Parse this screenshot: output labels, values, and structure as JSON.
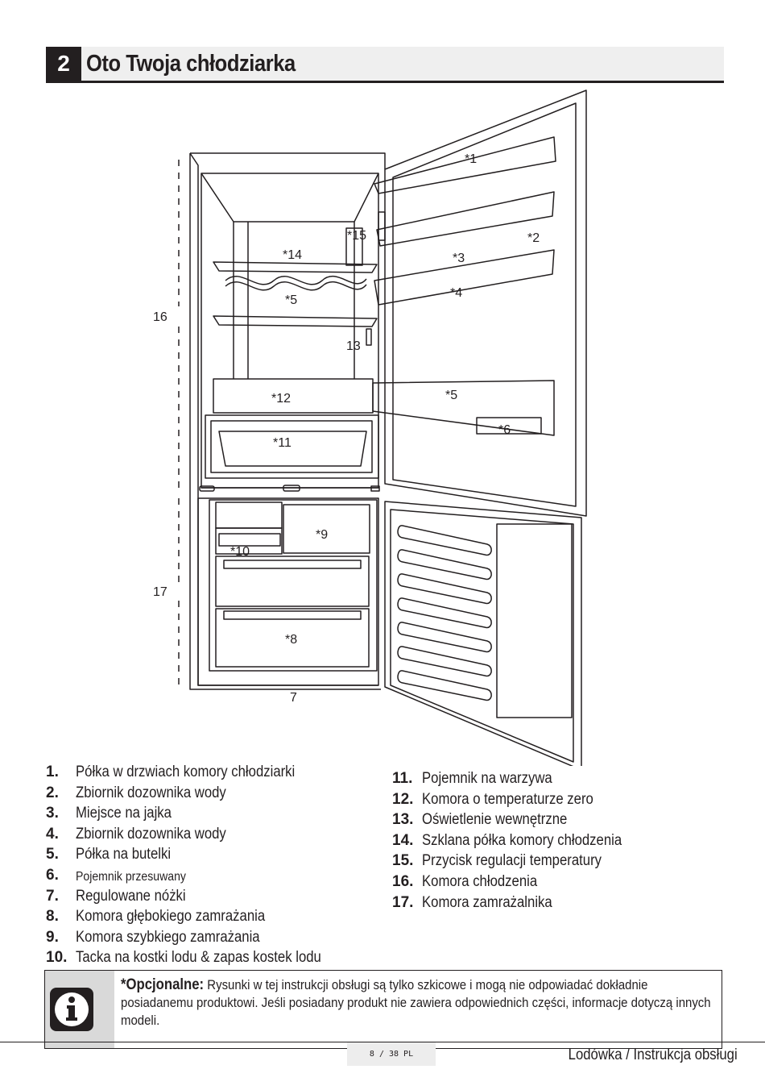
{
  "header": {
    "number": "2",
    "title": "Oto Twoja chłodziarka"
  },
  "diagram_labels": {
    "l1": "*1",
    "l2": "*2",
    "l3": "*3",
    "l4": "*4",
    "l5a": "*5",
    "l5b": "*5",
    "l6": "*6",
    "l7": "7",
    "l8": "*8",
    "l9": "*9",
    "l10": "*10",
    "l11": "*11",
    "l12": "*12",
    "l13": "13",
    "l14": "*14",
    "l15": "*15",
    "l16": "16",
    "l17": "17"
  },
  "parts_left": [
    {
      "num": "1.",
      "text": "Półka w drzwiach komory chłodziarki"
    },
    {
      "num": "2.",
      "text": "Zbiornik dozownika wody"
    },
    {
      "num": "3.",
      "text": "Miejsce na jajka"
    },
    {
      "num": "4.",
      "text": "Zbiornik dozownika wody"
    },
    {
      "num": "5.",
      "text": "Półka na butelki"
    },
    {
      "num": "6.",
      "text": "Pojemnik przesuwany"
    },
    {
      "num": "7.",
      "text": "Regulowane nóżki"
    },
    {
      "num": "8.",
      "text": "Komora głębokiego zamrażania"
    },
    {
      "num": "9.",
      "text": "Komora szybkiego zamrażania"
    },
    {
      "num": "10.",
      "text": "Tacka na kostki lodu & zapas kostek lodu"
    }
  ],
  "parts_right": [
    {
      "num": "11.",
      "text": "Pojemnik na warzywa"
    },
    {
      "num": "12.",
      "text": "Komora o temperaturze zero"
    },
    {
      "num": "13.",
      "text": "Oświetlenie wewnętrzne"
    },
    {
      "num": "14.",
      "text": "Szklana półka komory chłodzenia"
    },
    {
      "num": "15.",
      "text": "Przycisk regulacji temperatury"
    },
    {
      "num": "16.",
      "text": "Komora chłodzenia"
    },
    {
      "num": "17.",
      "text": "Komora zamrażalnika"
    }
  ],
  "note": {
    "icon": "info-icon",
    "bold": "*Opcjonalne:",
    "text": " Rysunki w tej instrukcji obsługi są tylko szkicowe i mogą nie odpowiadać dokładnie posiadanemu produktowi. Jeśli posiadany produkt nie zawiera odpowiednich części, informacje dotyczą innych modeli."
  },
  "footer": {
    "page": "8 / 38  PL",
    "title": "Lodówka / Instrukcja obsługi"
  }
}
